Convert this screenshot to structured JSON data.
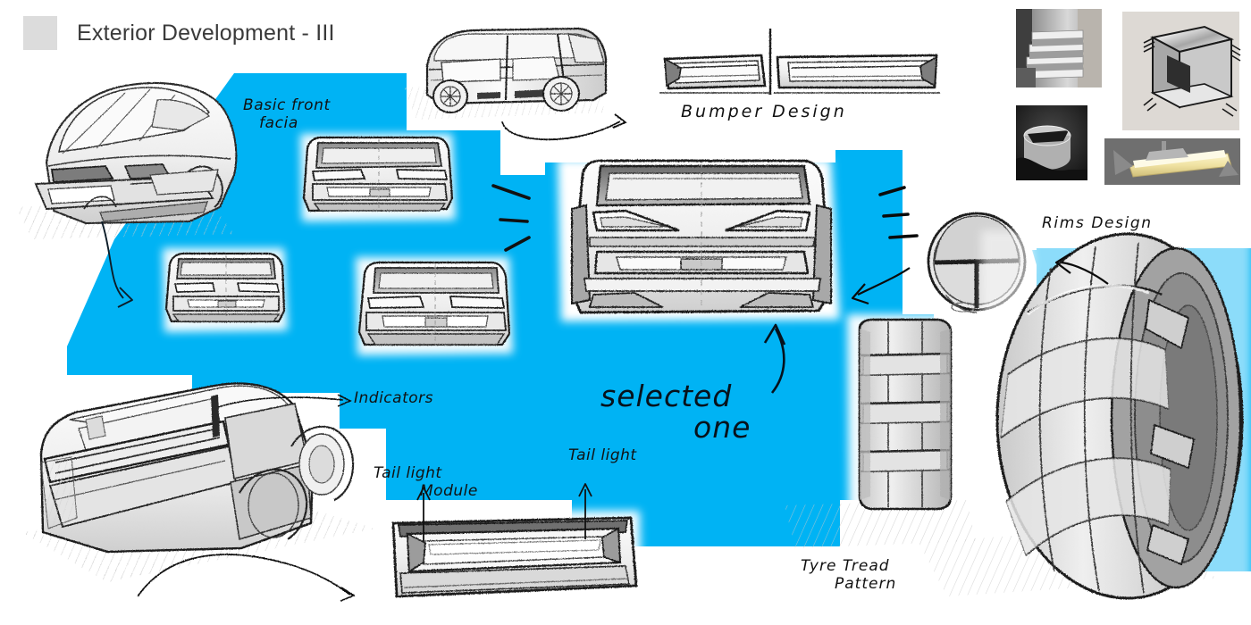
{
  "header": {
    "swatch_color": "#dcdcdc",
    "title": "Exterior Development - III"
  },
  "theme": {
    "accent_cyan": "#00b3f4",
    "sketch_line": "#1a1a1a",
    "sketch_fill_light": "#f4f4f4",
    "sketch_fill_mid": "#d6d6d6",
    "sketch_fill_dark": "#9b9b9b",
    "paper": "#ffffff"
  },
  "annotations": {
    "basic_front_facia_line1": "Basic front",
    "basic_front_facia_line2": "facia",
    "bumper_design": "Bumper   Design",
    "selected_line1": "selected",
    "selected_line2": "one",
    "indicators": "Indicators",
    "tail_light_module_line1": "Tail light",
    "tail_light_module_line2": "Module",
    "tail_light": "Tail light",
    "tyre_tread_line1": "Tyre  Tread",
    "tyre_tread_line2": "Pattern",
    "rims_design": "Rims  Design"
  },
  "sketches": [
    {
      "name": "front-three-quarter-car",
      "caption": "Basic front facia"
    },
    {
      "name": "van-side-profile",
      "caption": ""
    },
    {
      "name": "bumper-study-left",
      "caption": "Bumper Design"
    },
    {
      "name": "bumper-study-right",
      "caption": "Bumper Design"
    },
    {
      "name": "rear-fascia-study-1",
      "caption": ""
    },
    {
      "name": "rear-fascia-study-2",
      "caption": ""
    },
    {
      "name": "rear-fascia-study-3",
      "caption": ""
    },
    {
      "name": "rear-fascia-selected",
      "caption": "selected one"
    },
    {
      "name": "suv-rear-three-quarter",
      "caption": "Indicators"
    },
    {
      "name": "tail-light-module",
      "caption": "Tail light Module"
    },
    {
      "name": "tyre-tread-swatch",
      "caption": "Tyre Tread Pattern"
    },
    {
      "name": "rim-face-circle",
      "caption": "Rims Design"
    },
    {
      "name": "wheel-three-quarter",
      "caption": "Rims Design"
    }
  ],
  "reference_photos": [
    {
      "name": "concrete-stairs-photo",
      "style": "grayscale stepped stair form"
    },
    {
      "name": "metal-stool-photo",
      "style": "brushed metal C-form stool"
    },
    {
      "name": "dark-disc-photo",
      "style": "dark cylinder and plane study"
    },
    {
      "name": "linear-lamp-photo",
      "style": "warm lit linear lamp fixture"
    }
  ]
}
